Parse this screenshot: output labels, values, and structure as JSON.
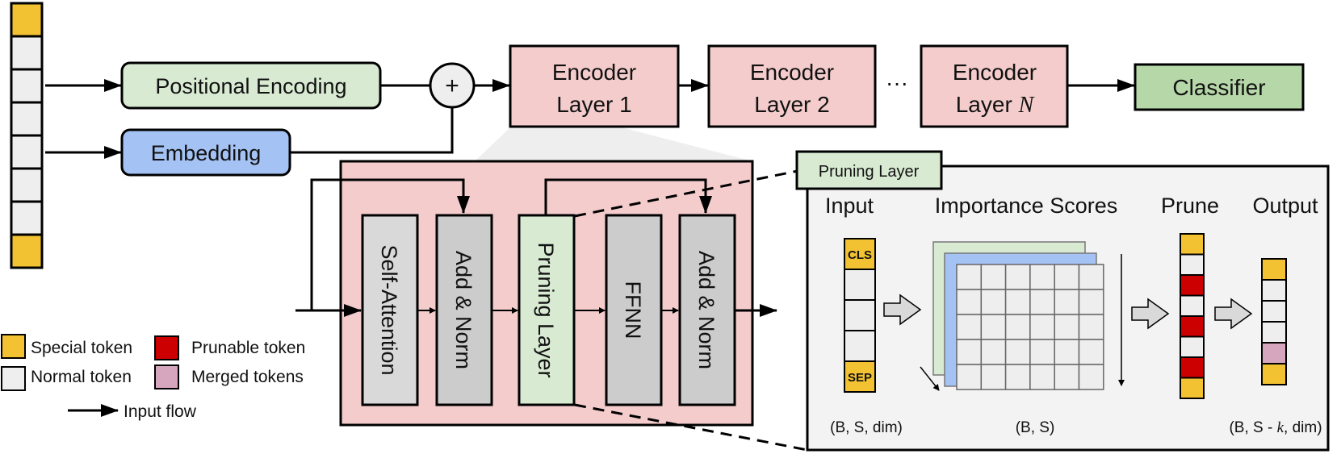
{
  "title": "Transformer encoder with token pruning layer",
  "colors": {
    "special": "#f2c232",
    "normal": "#eeeeee",
    "prunable": "#cc0000",
    "merged": "#d5a6bd",
    "encoder": "#f4cccc",
    "positional": "#d9ead3",
    "embedding": "#a4c2f4",
    "classifier": "#b6d7a8",
    "sublayer": "#cccccc",
    "selfattn": "#d9d9d9",
    "panel": "#f3f3f3",
    "zoom_wedge": "#eeeeee"
  },
  "input_tokens": [
    "special",
    "normal",
    "normal",
    "normal",
    "normal",
    "normal",
    "normal",
    "special"
  ],
  "top": {
    "positional_encoding": "Positional Encoding",
    "embedding": "Embedding",
    "plus_symbol": "+",
    "encoder_layers": [
      {
        "line1": "Encoder",
        "line2": "Layer 1",
        "italic": ""
      },
      {
        "line1": "Encoder",
        "line2": "Layer 2",
        "italic": ""
      },
      {
        "line1": "Encoder",
        "line2": "Layer ",
        "italic": "N"
      }
    ],
    "ellipsis": "···",
    "classifier": "Classifier"
  },
  "encoder_detail": {
    "blocks": [
      {
        "label": "Self-Attention",
        "kind": "selfattn"
      },
      {
        "label": "Add & Norm",
        "kind": "sublayer"
      },
      {
        "label": "Pruning Layer",
        "kind": "pruning"
      },
      {
        "label": "FFNN",
        "kind": "sublayer"
      },
      {
        "label": "Add & Norm",
        "kind": "sublayer"
      }
    ]
  },
  "pruning_panel": {
    "tab_label": "Pruning Layer",
    "headers": {
      "input": "Input",
      "scores": "Importance Scores",
      "prune": "Prune",
      "output": "Output"
    },
    "input_tokens": [
      {
        "kind": "special",
        "text": "CLS"
      },
      {
        "kind": "normal",
        "text": ""
      },
      {
        "kind": "normal",
        "text": ""
      },
      {
        "kind": "normal",
        "text": ""
      },
      {
        "kind": "special",
        "text": "SEP"
      }
    ],
    "score_grid": {
      "rows": 5,
      "cols": 6,
      "stacked_layers": 3
    },
    "prune_tokens": [
      "special",
      "normal",
      "prunable",
      "normal",
      "prunable",
      "normal",
      "prunable",
      "special"
    ],
    "output_tokens": [
      "special",
      "normal",
      "normal",
      "normal",
      "merged",
      "special"
    ],
    "shapes": {
      "input": "(B, S, dim)",
      "scores": "(B, S)",
      "output_prefix": "(B, S - ",
      "output_k": "k",
      "output_suffix": ", dim)"
    }
  },
  "legend": {
    "items": [
      {
        "kind": "special",
        "label": "Special token"
      },
      {
        "kind": "normal",
        "label": "Normal token"
      },
      {
        "kind": "prunable",
        "label": "Prunable token"
      },
      {
        "kind": "merged",
        "label": "Merged tokens"
      }
    ],
    "flow_label": "Input flow"
  }
}
